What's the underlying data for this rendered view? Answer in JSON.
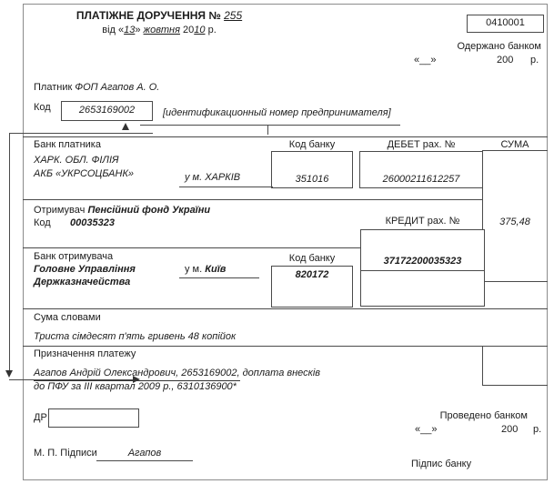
{
  "header": {
    "form_code": "0410001",
    "title": "ПЛАТІЖНЕ ДОРУЧЕННЯ №",
    "doc_number": "255",
    "date_prefix": "від «",
    "date_day": "13",
    "date_close": "»",
    "date_month": "жовтня",
    "date_century": "20",
    "date_year": "10",
    "date_suffix": "р.",
    "received_label": "Одержано банком",
    "received_day": "«__»",
    "received_year": "200",
    "received_currency": "р."
  },
  "payer": {
    "label": "Платник",
    "name": "ФОП Агапов А. О.",
    "code_label": "Код",
    "code": "2653169002",
    "code_hint": "[идентификационный номер предпринимателя]"
  },
  "payer_bank": {
    "section_label": "Банк платника",
    "name_line1": "ХАРК. ОБЛ. ФІЛІЯ",
    "name_line2": "АКБ «УКРСОЦБАНК»",
    "city": "у м. ХАРКІВ",
    "bank_code_label": "Код банку",
    "bank_code": "351016",
    "debit_label": "ДЕБЕТ рах. №",
    "debit_account": "26000211612257"
  },
  "suma": {
    "label": "СУМА",
    "value": "375,48"
  },
  "payee": {
    "section_label": "Отримувач",
    "name": "Пенсійний фонд України",
    "code_label": "Код",
    "code": "00035323",
    "credit_label": "КРЕДИТ рах. №",
    "credit_account": "37172200035323"
  },
  "payee_bank": {
    "section_label": "Банк отримувача",
    "name_line1": "Головне Управління",
    "name_line2": "Держказначейства",
    "city_prefix": "у м.",
    "city": "Київ",
    "bank_code_label": "Код банку",
    "bank_code": "820172"
  },
  "amount_words": {
    "label": "Сума словами",
    "value": "Триста сімдесят п'ять гривень 48 копійок"
  },
  "purpose": {
    "label": "Призначення платежу",
    "line1_underlined": "Агапов Андрій Олександрович, 2653169002,",
    "line1_rest": "доплата внесків",
    "line2": "до ПФУ за III квартал 2009 р., 6310136900*"
  },
  "footer": {
    "dr_label": "ДР",
    "mp_label": "М. П. Підписи",
    "signature": "Агапов",
    "processed_label": "Проведено банком",
    "processed_day": "«__»",
    "processed_year": "200",
    "processed_currency": "р.",
    "bank_signature_label": "Підпис банку"
  }
}
